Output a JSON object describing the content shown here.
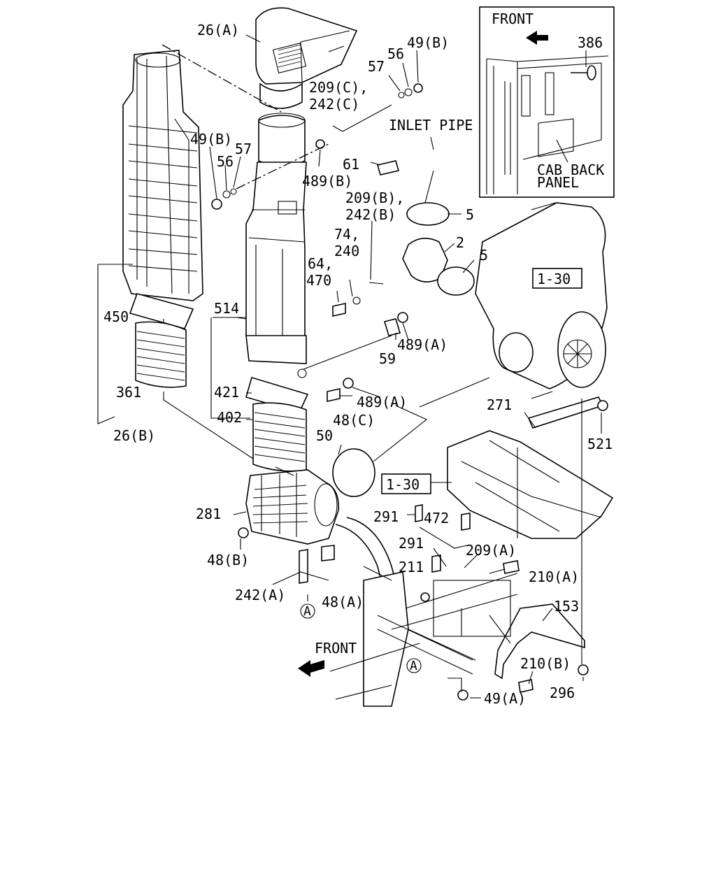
{
  "callouts": {
    "c26a": "26(A)",
    "c49b_top": "49(B)",
    "c56_top": "56",
    "c57_top": "57",
    "c209c": "209(C),",
    "c242c": "242(C)",
    "c49b_left": "49(B)",
    "c56_left": "56",
    "c57_left": "57",
    "c489b": "489(B)",
    "c61": "61",
    "inlet_pipe": "INLET PIPE",
    "c209b": "209(B),",
    "c242b": "242(B)",
    "c5_top": "5",
    "c2": "2",
    "c74": "74,",
    "c240": "240",
    "c5_mid": "5",
    "c64": "64,",
    "c470": "470",
    "c514": "514",
    "c450": "450",
    "c489a_mid": "489(A)",
    "c59": "59",
    "c361": "361",
    "c421": "421",
    "c489a_low": "489(A)",
    "c48c": "48(C)",
    "c402": "402",
    "c26b": "26(B)",
    "c271": "271",
    "c521": "521",
    "c50": "50",
    "c281": "281",
    "c291_a": "291",
    "c472": "472",
    "c291_b": "291",
    "c209a": "209(A)",
    "c211": "211",
    "c210a": "210(A)",
    "c48b": "48(B)",
    "c242a": "242(A)",
    "c48a": "48(A)",
    "ref_a_left": "A",
    "front_bottom": "FRONT",
    "ref_a_bottom": "A",
    "c153": "153",
    "c210b": "210(B)",
    "c296": "296",
    "c49a": "49(A)"
  },
  "ref_boxes": {
    "r130_top": "1-30",
    "r130_mid": "1-30"
  },
  "inset": {
    "front": "FRONT",
    "c386": "386",
    "cab_back_1": "CAB BACK",
    "cab_back_2": "PANEL"
  },
  "icons": {
    "front_arrow": "arrow-left-icon",
    "inset_arrow": "arrow-left-icon"
  }
}
